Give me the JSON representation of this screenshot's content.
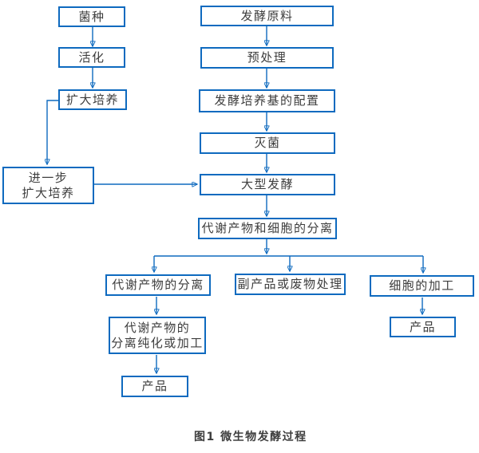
{
  "figure": {
    "caption": "图1 微生物发酵过程"
  },
  "colors": {
    "line": "#0e6abf",
    "box_border": "#0e6abf",
    "text": "#3d3d3d",
    "background": "#ffffff"
  },
  "nodes": {
    "seed": "菌种",
    "activation": "活化",
    "expand_culture": "扩大培养",
    "further_expand_culture": "进一步\n扩大培养",
    "raw_material": "发酵原料",
    "pretreatment": "预处理",
    "medium_preparation": "发酵培养基的配置",
    "sterilization": "灭菌",
    "large_scale_fermentation": "大型发酵",
    "metabolite_cell_separation": "代谢产物和细胞的分离",
    "metabolite_separation": "代谢产物的分离",
    "byproduct_waste_treatment": "副产品或废物处理",
    "cell_processing": "细胞的加工",
    "purification_processing": "代谢产物的\n分离纯化或加工",
    "product_left": "产品",
    "product_right": "产品"
  }
}
